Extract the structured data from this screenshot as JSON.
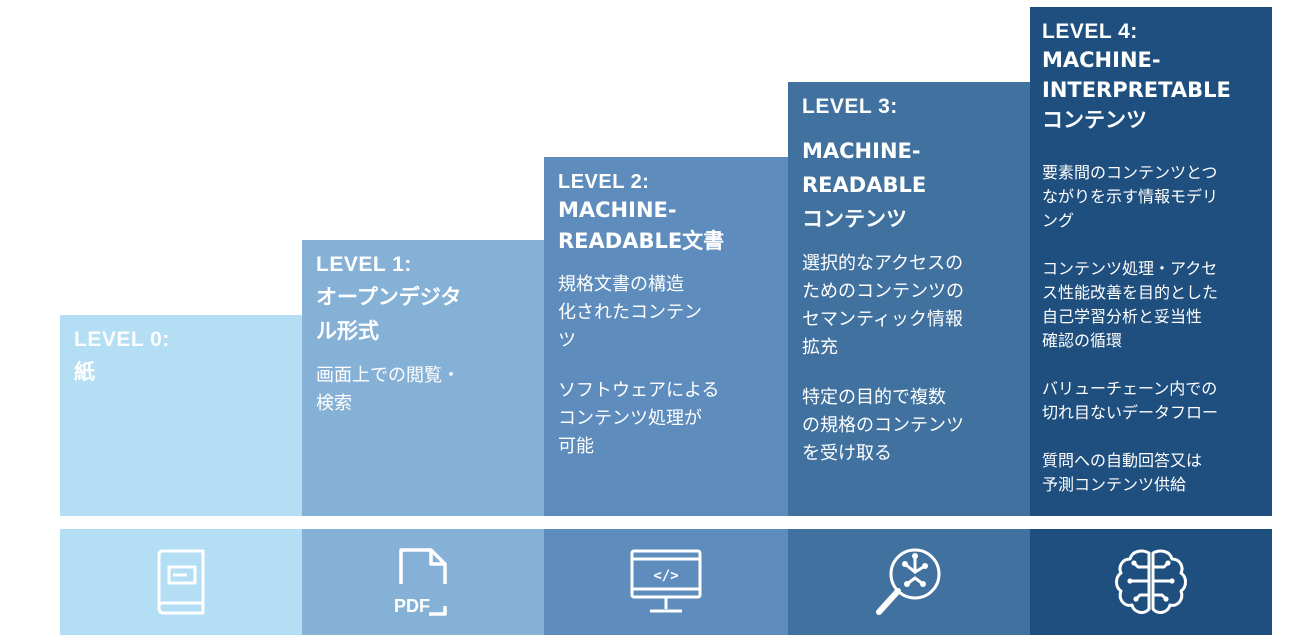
{
  "colors": {
    "level0": "#B3DEF4",
    "level1": "#86B1D6",
    "level2": "#5E8DBD",
    "level3": "#41719F",
    "level4": "#1E4F7E",
    "icon_stroke": "#ffffff"
  },
  "levels": [
    {
      "level": "LEVEL 0:",
      "title": "紙",
      "bullets": [],
      "icon": "book-icon"
    },
    {
      "level": "LEVEL 1:",
      "title": "オープンデジタ\nル形式",
      "bullets": [
        "画面上での閲覧・\n検索"
      ],
      "icon": "pdf-file-icon",
      "icon_text": "PDF"
    },
    {
      "level": "LEVEL 2:",
      "title": "MACHINE-\nREADABLE文書",
      "bullets": [
        "規格文書の構造\n化されたコンテン\nツ",
        "ソフトウェアによる\nコンテンツ処理が\n可能"
      ],
      "icon": "code-monitor-icon",
      "icon_text": "</>"
    },
    {
      "level": "LEVEL 3:",
      "title": "MACHINE-\nREADABLE\nコンテンツ",
      "bullets": [
        "選択的なアクセスの\nためのコンテンツの\nセマンティック情報\n拡充",
        "特定の目的で複数\nの規格のコンテンツ\nを受け取る"
      ],
      "icon": "magnifier-circuit-icon"
    },
    {
      "level": "LEVEL 4:",
      "title": "MACHINE-\nINTERPRETABLE\nコンテンツ",
      "bullets": [
        "要素間のコンテンツとつ\nながりを示す情報モデリ\nング",
        "コンテンツ処理・アクセ\nス性能改善を目的とした\n自己学習分析と妥当性\n確認の循環",
        "バリューチェーン内での\n切れ目ないデータフロー",
        "質問への自動回答又は\n予測コンテンツ供給"
      ],
      "icon": "brain-circuit-icon"
    }
  ]
}
